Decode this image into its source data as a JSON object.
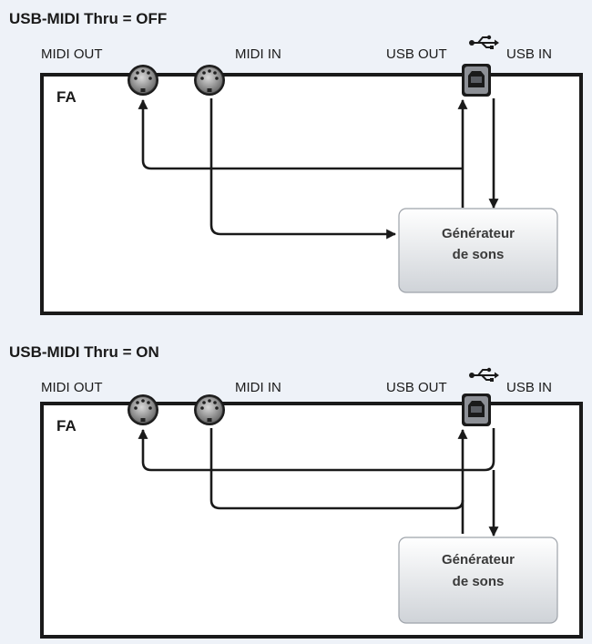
{
  "panels": [
    {
      "title": "USB-MIDI Thru = OFF",
      "ports": {
        "midi_out": "MIDI OUT",
        "midi_in": "MIDI IN",
        "usb_out": "USB OUT",
        "usb_in": "USB IN"
      },
      "device_label": "FA",
      "generator": {
        "line1": "Générateur",
        "line2": "de sons"
      }
    },
    {
      "title": "USB-MIDI Thru = ON",
      "ports": {
        "midi_out": "MIDI OUT",
        "midi_in": "MIDI IN",
        "usb_out": "USB OUT",
        "usb_in": "USB IN"
      },
      "device_label": "FA",
      "generator": {
        "line1": "Générateur",
        "line2": "de sons"
      }
    }
  ],
  "icons": [
    "midi-din-connector-icon",
    "usb-b-connector-icon",
    "usb-symbol-icon"
  ]
}
